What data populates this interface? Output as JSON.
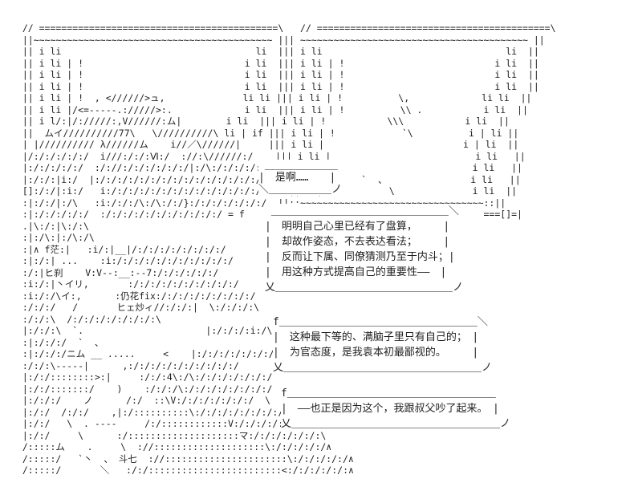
{
  "scene": {
    "description": "ascii-art-story-scene",
    "ink_color": "#1f1f1f",
    "background_color": "#ffffff",
    "background_art": [
      "  // ===========================================\\   // ==========================================\\",
      "  ||~~~~~~~~~~~~~~~~~~~~~~~~~~~~~~~~~~~~~~~~~~~ ||| ~~~~~~~~~~~~~~~~~~~~~~~~~~~~~~~~~~~~~~~~~ ||",
      "  || i li                                   li  ||| i li                                 li  ||",
      "  || i li | !                             i li  ||| i li | !                           i li  ||",
      "  || i li | !                             i li  ||| i li | !                           i li  ||",
      "  || i li | !                             i li  ||| i li | !                           i li  ||",
      "  || i li | !  , <//////>ュ,              li li ||| i li | !          \\,             li li  ||",
      "  || i li |/<=-----.://///>:.             i li  ||| i li | !          \\\\ .           i li  ||",
      "  || i l/:|/://///:,V//////:ム|        i li  ||| i li | !           \\\\\\           i li  ||",
      "  ||  ムイ//////////77\\   \\//////////\\ li | if ||| i li | !            `\\          i | li ||",
      "  | |////////// λ//////ム    i//／\\//////|     ||| i li |                         i | li  ||",
      "  |/:/:/:/:/:/  i///:/:/:Ⅵ:/  ://:\\//////:/    ||| i li |                          i li   ||",
      "  |:/:/:/:/:/  :/://:/:/:/:/:/:/|:/\\:/:/:/:/:/ ||| i li |                          i li   ||",
      "  |:/:/:|i:/  |:/:/:/:/:/:/:/:/:/:/:/:/:/:/:/:/ ||  i |        `  、               i li   ||",
      "  []:/:/|:i:/   i:/:/:/:/:/:/:/:/:/:/:/:/:/:/:/:/ ||   |            \\              i li  ||",
      "  :|:/:/|:/\\   :i:/:/:/\\:/\\:/:/}:/:/:/:/:/:/:/  ||::~~~~~~~~~~~~~~~~~~~~~~~~~~~~~~~~~::||",
      "  :|:/:/:/:/:/  :/:/:/:/:/:/:/:/:/:/:/ = f                                           ===[]=|",
      "  .|\\:/:|\\:/:\\",
      "  :|:/\\:|:/\\:/\\",
      "  :|∧ f茫:|   :i/:|__|/:/:/:/:/:/:/:/:/",
      "  :|:/:| ...    :i:/:/:/:/:/:/:/:/:/:/:/",
      "  :/:|ヒ刹    V:V--:__:--7:/:/:/:/:/:/",
      "  :i:/:|丶イリ,       :/:/:/:/:/:/:/:/:/:/",
      "  :i:/:/\\イ:,      :仍花fix:/:/:/:/:/:/:/:/:/",
      "  :/:/:/   /       ヒェ炒ィ//:/:/:|  \\:/:/:/:\\",
      "  :/:/:\\  /:/:/:/:/:/:/:/:\\",
      "  |:/:/:\\  `.                      |:/:/:/:i:/\\",
      "  :|:/:/:/  `  、",
      "  :|:/:/:/ニム __ .....     <    |:/:/:/:/:/:/:/:/",
      "  :/:/:\\-----|      ,:/:/:/:/:/:/:/:/:/:/",
      "  |:/:/::::::::>:|     :/:/:4\\:/\\:/:/:/:/:/:/:/",
      "  |:/:/:::::::/    )    :/:/:/\\:/:/:/:/:/:/:/:/",
      "  |:/:/:/    ノ      /:/  ::\\V:/:/:/:/:/:/:/  \\",
      "  |:/:/  /:/:/    ,|:/::::::::::\\:/:/:/:/:/:/:/:/:\\",
      "  |:/:/   \\  . ----     /:/::::::::::::V:/:/:/:/:/:/:\\",
      "  |:/:/     \\      :/::::::::::::::::::::マ:/:/:/:/:/:/:\\",
      "  /:::::ム    .     \\  ://::::::::::::::::::::\\:/:/:/:/:/∧",
      "  /:::::/   `丶  、 斗七  ://::::::::::::::::::::::\\:/:/:/:/:/∧",
      "  /:::::/       ＼   :/:/::::::::::::::::::::::::<:/:/:/:/:/:∧"
    ]
  },
  "dialogue": {
    "bubble_1": {
      "text": "是啊……",
      "art": [
        " ＿＿＿＿＿＿＿",
        "|　是啊……　　|",
        "＼＿＿＿＿＿＿ノ"
      ]
    },
    "bubble_2": {
      "text": "明明自己心里已经有了盘算，却故作姿态，不去表达看法；反而让下属、同僚猜测乃至于内斗；用这种方式提高自己的重要性——",
      "art": [
        " ＿＿＿＿＿＿＿＿＿＿＿＿＿＿＿＿＿＼",
        "|　明明自己心里已经有了盘算，　　　|",
        "|　却故作姿态，不去表达看法；　　　|",
        "|　反而让下属、同僚猜测乃至于内斗；|",
        "|　用这种方式提高自己的重要性——　|",
        "乂＿＿＿＿＿＿＿＿＿＿＿＿＿＿＿＿＿ノ"
      ]
    },
    "bubble_3": {
      "text": "这种最下等的、满脑子里只有自己的；为官态度，是我袁本初最鄙视的。",
      "art": [
        "f＿＿＿＿＿＿＿＿＿＿＿＿＿＿＿＿＿＿＿＼",
        "|　这种最下等的、满脑子里只有自己的；　|",
        "|　为官态度，是我袁本初最鄙视的。　　　|",
        "乂＿＿＿＿＿＿＿＿＿＿＿＿＿＿＿＿＿＿＿ノ"
      ]
    },
    "bubble_4": {
      "text": "——也正是因为这个，我跟叔父吵了起来。",
      "art": [
        "f＿＿＿＿＿＿＿＿＿＿＿＿＿＿＿＿＿＿＿＿",
        "|　——也正是因为这个，我跟叔父吵了起来。　|",
        "乂＿＿＿＿＿＿＿＿＿＿＿＿＿＿＿＿＿＿＿＿ノ"
      ]
    }
  }
}
